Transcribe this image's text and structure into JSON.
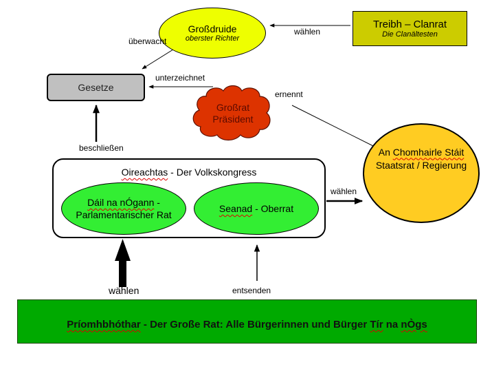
{
  "nodes": {
    "grossdruide": {
      "title": "Großdruide",
      "subtitle": "oberster Richter",
      "color": "#eeff00"
    },
    "treibh": {
      "title": "Treibh – Clanrat",
      "subtitle": "Die Clanältesten",
      "color": "#cccc00"
    },
    "gesetze": {
      "title": "Gesetze",
      "color": "#c0c0c0"
    },
    "grossrat": {
      "line1": "Großrat",
      "line2": "Präsident",
      "color": "#dd3300",
      "text_color": "#5a0a00"
    },
    "oireachtas": {
      "title_a": "Oireachtas",
      "title_b": " - Der Volkskongress"
    },
    "dail": {
      "line1_a": "Dáil na nÓgann",
      "line1_b": " -",
      "line2": "Parlamentarischer Rat",
      "color": "#33ee33"
    },
    "seanad": {
      "title_a": "Seanad",
      "title_b": " - Oberrat",
      "color": "#33ee33"
    },
    "staatsrat": {
      "line1_a": "An ",
      "line1_b": "Chomhairle Stáit",
      "line2": "Staatsrat / Regierung",
      "color": "#ffcc22"
    },
    "priomh": {
      "title_a": "Príomhbhóthar",
      "title_b": " - Der Große Rat: Alle Bürgerinnen und Bürger ",
      "title_c": "Tír",
      "title_d": " na ",
      "title_e": "nÒgs",
      "color": "#00aa00"
    }
  },
  "edges": {
    "waehlen_top": "wählen",
    "ueberwacht": "überwacht",
    "unterzeichnet": "unterzeichnet",
    "ernennt": "ernennt",
    "beschliessen": "beschließen",
    "waehlen_right": "wählen",
    "waehlen_bottom": "wählen",
    "entsenden": "entsenden"
  }
}
